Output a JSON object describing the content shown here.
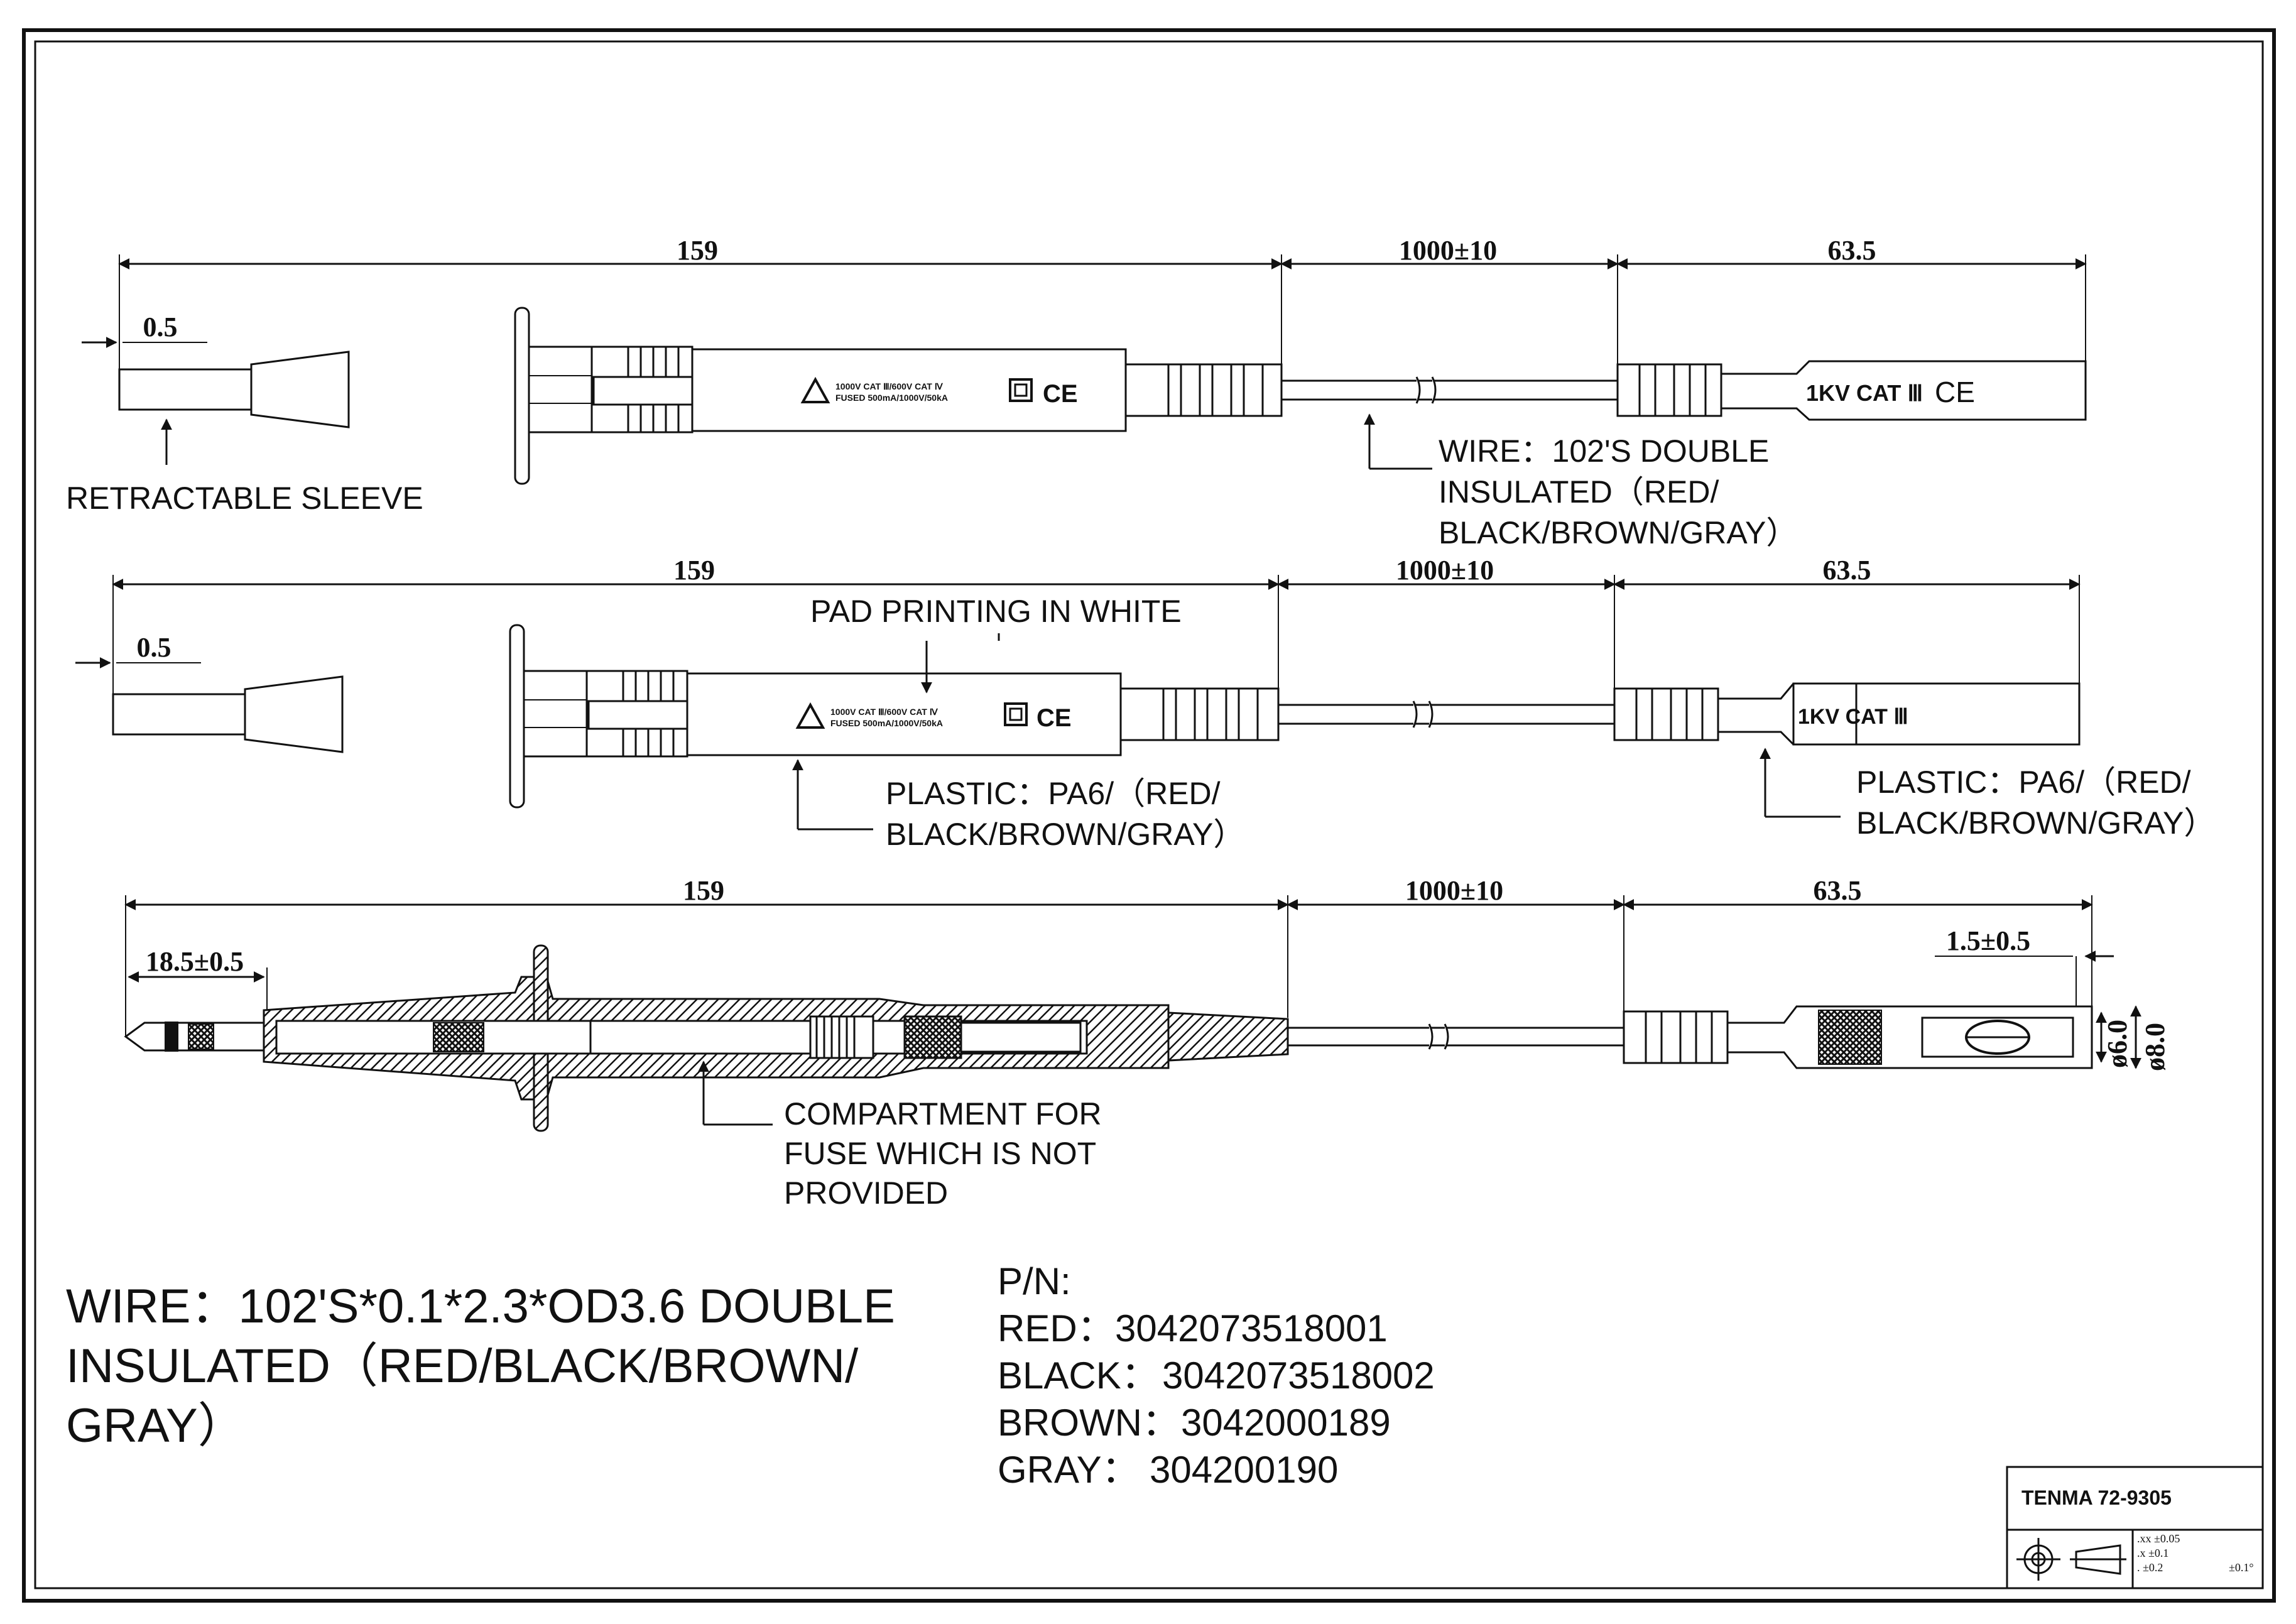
{
  "views": [
    {
      "dims": {
        "overall": "159",
        "wire": "1000±10",
        "plug": "63.5",
        "tip": "0.5"
      },
      "pad_print": {
        "line1": "1000V CAT Ⅲ/600V CAT Ⅳ",
        "line2": "FUSED 500mA/1000V/50kA"
      },
      "plug_marking": "1KV CAT Ⅲ",
      "callouts": [
        {
          "lines": [
            "RETRACTABLE SLEEVE"
          ]
        },
        {
          "lines": [
            "WIRE：102'S  DOUBLE",
            "INSULATED（RED/",
            "BLACK/BROWN/GRAY）"
          ]
        }
      ]
    },
    {
      "dims": {
        "overall": "159",
        "wire": "1000±10",
        "plug": "63.5",
        "tip": "0.5"
      },
      "pad_print": {
        "line1": "1000V CAT Ⅲ/600V CAT Ⅳ",
        "line2": "FUSED 500mA/1000V/50kA"
      },
      "plug_marking": "1KV CAT Ⅲ",
      "callouts": [
        {
          "lines": [
            "PAD PRINTING IN WHITE"
          ]
        },
        {
          "lines": [
            "PLASTIC：PA6/（RED/",
            "BLACK/BROWN/GRAY）"
          ]
        },
        {
          "lines": [
            "PLASTIC：PA6/（RED/",
            "BLACK/BROWN/GRAY）"
          ]
        }
      ]
    },
    {
      "dims": {
        "overall": "159",
        "wire": "1000±10",
        "plug": "63.5",
        "tip": "18.5±0.5",
        "socket": "1.5±0.5",
        "inner_dia": "ø6.0",
        "outer_dia": "ø8.0"
      },
      "callouts": [
        {
          "lines": [
            "COMPARTMENT FOR",
            "FUSE WHICH IS NOT",
            "PROVIDED"
          ]
        }
      ]
    }
  ],
  "wire_spec": {
    "lines": [
      "WIRE：102'S*0.1*2.3*OD3.6  DOUBLE",
      "INSULATED（RED/BLACK/BROWN/",
      "GRAY）"
    ]
  },
  "part_numbers": {
    "header": "P/N:",
    "rows": [
      {
        "color": "RED：",
        "number": "3042073518001"
      },
      {
        "color": "BLACK：",
        "number": "3042073518002"
      },
      {
        "color": "BROWN：",
        "number": "3042000189"
      },
      {
        "color": "GRAY：",
        "number": "304200190"
      }
    ]
  },
  "title_block": {
    "model": "TENMA 72-9305",
    "tolerances": [
      ".xx  ±0.05",
      ".x  ±0.1",
      ".  ±0.2",
      "±0.1°"
    ]
  },
  "colors": {
    "ink": "#111111",
    "paper": "#ffffff",
    "hatch": "#222222"
  }
}
